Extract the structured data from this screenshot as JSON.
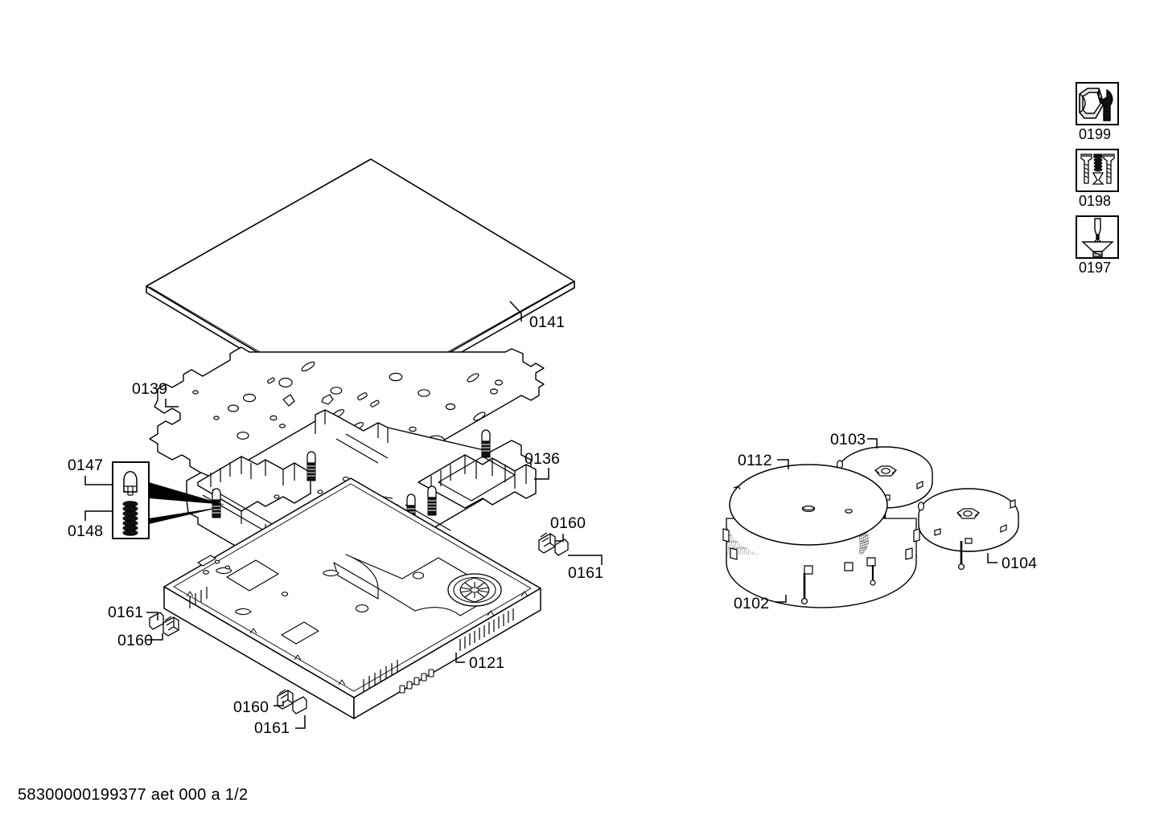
{
  "document": {
    "type": "exploded-parts-diagram",
    "subject": "induction cooktop",
    "footer": "58300000199377 aet 000 a 1/2"
  },
  "legend": {
    "items": [
      {
        "number": "0199",
        "icon": "wrench-nut-icon"
      },
      {
        "number": "0198",
        "icon": "screws-icon"
      },
      {
        "number": "0197",
        "icon": "screwdriver-screw-icon"
      }
    ]
  },
  "callouts": {
    "glass_top": "0141",
    "mounting_plate": "0139",
    "inset_pin": "0147",
    "inset_spring": "0148",
    "frame_right": "0136",
    "clip_a_top_right": "0160",
    "clip_b_top_right": "0161",
    "clip_a_left": "0161",
    "clip_b_left": "0160",
    "clip_a_bottom": "0160",
    "clip_b_bottom": "0161",
    "base_pan": "0121",
    "coil_large_cover": "0112",
    "coil_large_windings": "0102",
    "coil_small_rear": "0103",
    "coil_small_front": "0104"
  },
  "colors": {
    "line": "#000000",
    "background": "#ffffff",
    "fill_light": "#ffffff",
    "fill_dark": "#1a1a1a"
  }
}
